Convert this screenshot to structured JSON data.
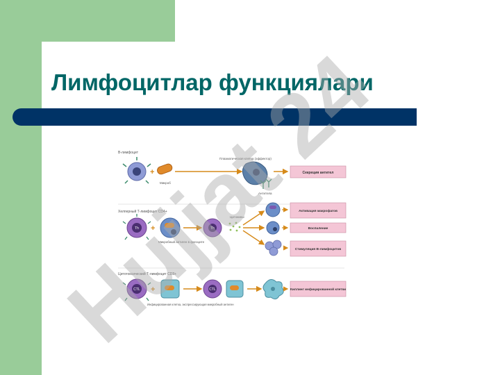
{
  "slide": {
    "title": "Лимфоцитлар функциялари"
  },
  "diagram": {
    "rows": [
      {
        "label": "В-лимфоцит",
        "cell_tag": "",
        "arrow_label": "Плазматическая клетка (эффектор)",
        "partner_label": "Микроб",
        "product_label": "Антитела",
        "outcomes": [
          "Секреция антител"
        ]
      },
      {
        "label": "Хелперный Т-лимфоцит CD4+",
        "cell_tag": "Th",
        "arrow_label": "Цитокины",
        "partner_label": "Микробный антиген в фагоците",
        "outcomes": [
          "Активация макрофагов",
          "Воспаление",
          "Стимуляция В-лимфоцитов"
        ]
      },
      {
        "label": "Цитотоксический Т-лимфоцит CD8+",
        "cell_tag": "CTL",
        "arrow_label": "",
        "partner_label": "Инфицированная клетка, экспрессирующая микробный антиген",
        "outcomes": [
          "Киллинг инфицированной клетки"
        ]
      }
    ]
  },
  "watermark": {
    "text": "Hujjat 24"
  },
  "colors": {
    "accent_green": "#99cc99",
    "bar_navy": "#003366",
    "title_teal": "#006666",
    "outcome_pink": "#f4c6d6",
    "arrow_orange": "#d68a1a"
  }
}
